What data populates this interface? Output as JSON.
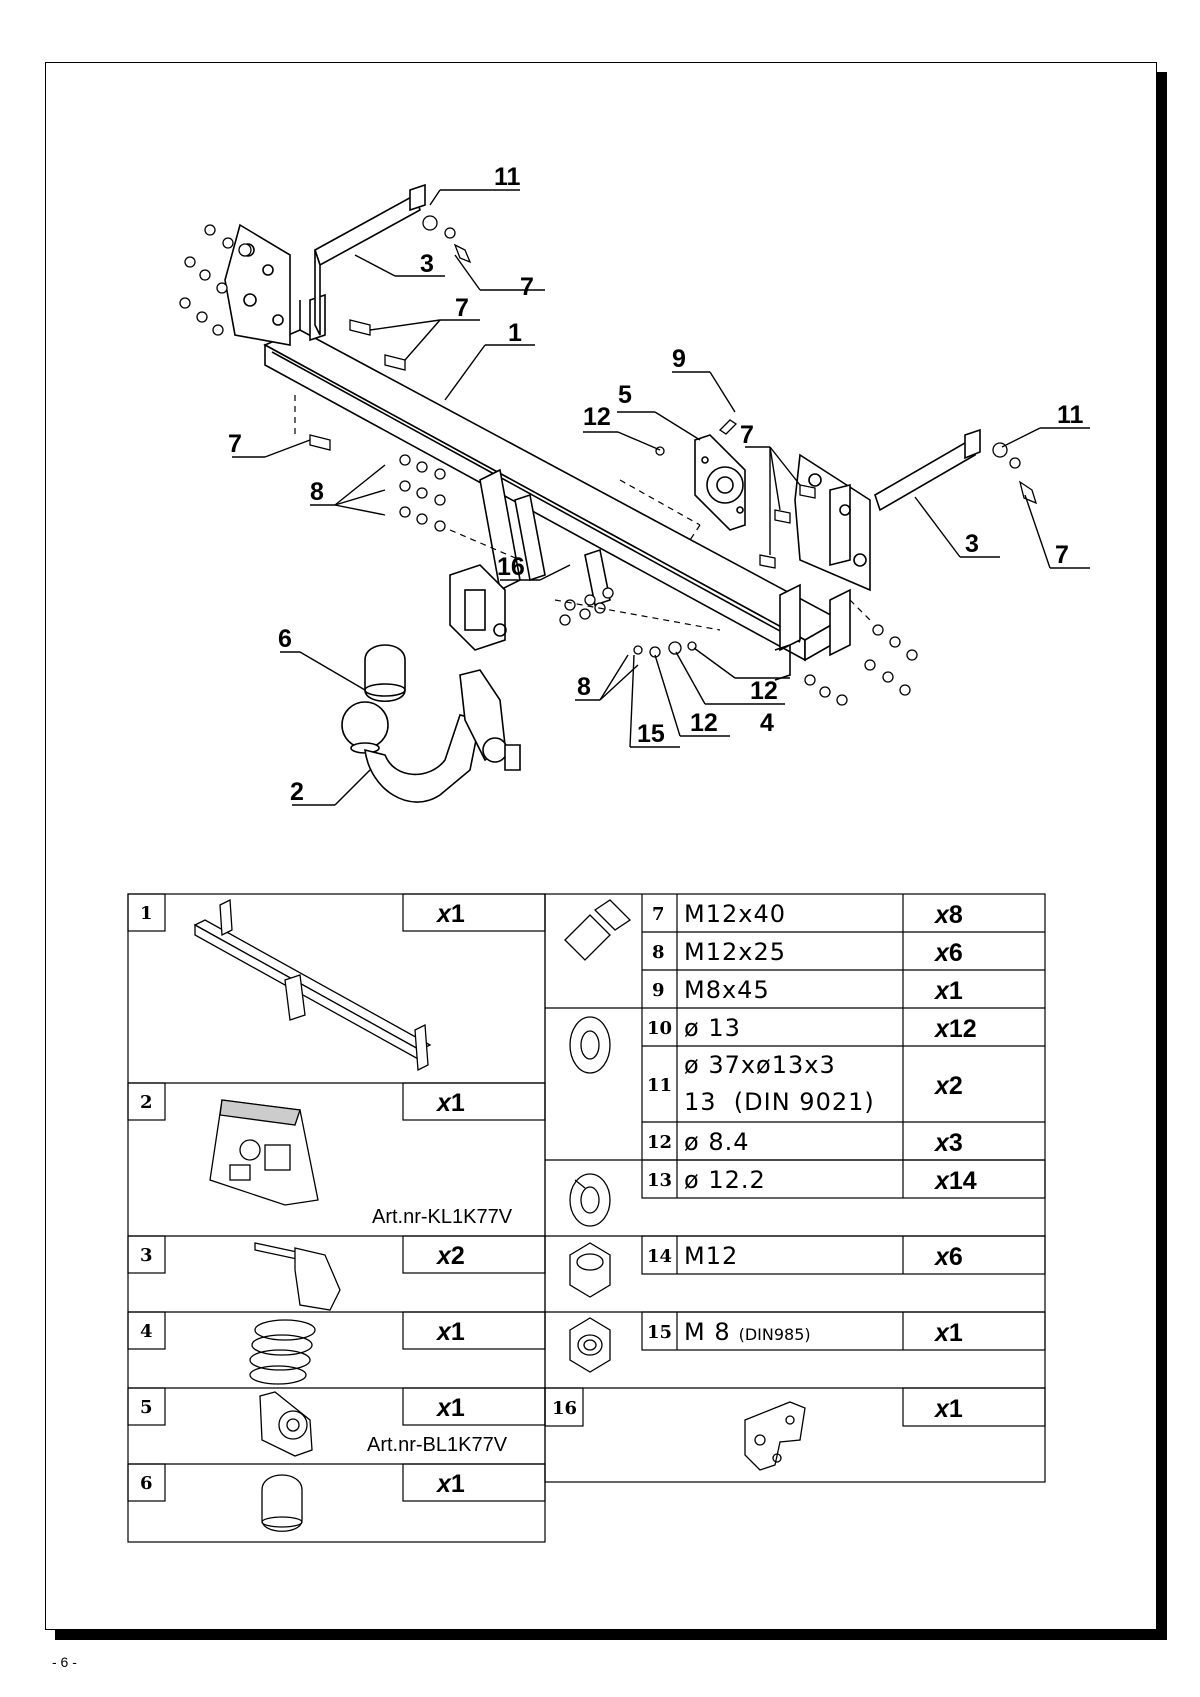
{
  "page_number": "- 6 -",
  "callouts": [
    "11",
    "3",
    "7",
    "7",
    "1",
    "9",
    "5",
    "12",
    "7",
    "7",
    "11",
    "8",
    "3",
    "7",
    "16",
    "6",
    "8",
    "12",
    "12",
    "4",
    "15",
    "2"
  ],
  "parts": [
    {
      "no": "1",
      "qty_mark": "x",
      "qty": "1",
      "art": ""
    },
    {
      "no": "2",
      "qty_mark": "x",
      "qty": "1",
      "art": "Art.nr-KL1K77V"
    },
    {
      "no": "3",
      "qty_mark": "x",
      "qty": "2",
      "art": ""
    },
    {
      "no": "4",
      "qty_mark": "x",
      "qty": "1",
      "art": ""
    },
    {
      "no": "5",
      "qty_mark": "x",
      "qty": "1",
      "art": "Art.nr-BL1K77V"
    },
    {
      "no": "6",
      "qty_mark": "x",
      "qty": "1",
      "art": ""
    }
  ],
  "hardware": [
    {
      "no": "7",
      "spec": "M12x40",
      "qty_mark": "x",
      "qty": "8"
    },
    {
      "no": "8",
      "spec": "M12x25",
      "qty_mark": "x",
      "qty": "6"
    },
    {
      "no": "9",
      "spec": "M8x45",
      "qty_mark": "x",
      "qty": "1"
    },
    {
      "no": "10",
      "spec": "ø 13",
      "qty_mark": "x",
      "qty": "12"
    },
    {
      "no": "11",
      "spec": "ø 37xø13x3",
      "spec2": "13  (DIN 9021)",
      "qty_mark": "x",
      "qty": "2"
    },
    {
      "no": "12",
      "spec": "ø 8.4",
      "qty_mark": "x",
      "qty": "3"
    },
    {
      "no": "13",
      "spec": "ø 12.2",
      "qty_mark": "x",
      "qty": "14"
    },
    {
      "no": "14",
      "spec": "M12",
      "qty_mark": "x",
      "qty": "6"
    },
    {
      "no": "15",
      "spec": "M 8",
      "spec_note": "(DIN985)",
      "qty_mark": "x",
      "qty": "1"
    },
    {
      "no": "16",
      "spec": "",
      "qty_mark": "x",
      "qty": "1"
    }
  ]
}
